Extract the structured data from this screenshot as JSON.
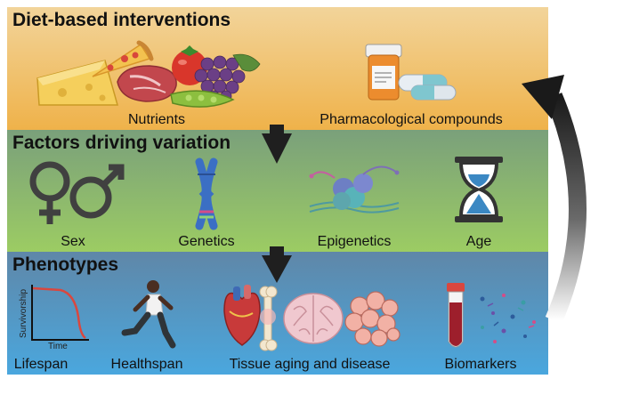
{
  "panels": {
    "diet": {
      "title": "Diet-based interventions",
      "items": [
        "Nutrients",
        "Pharmacological compounds"
      ]
    },
    "factors": {
      "title": "Factors driving variation",
      "items": [
        "Sex",
        "Genetics",
        "Epigenetics",
        "Age"
      ]
    },
    "phenotypes": {
      "title": "Phenotypes",
      "items": [
        "Lifespan",
        "Healthspan",
        "Tissue aging and disease",
        "Biomarkers"
      ],
      "survival_plot": {
        "ylabel": "Survivorship",
        "xlabel": "Time"
      }
    }
  },
  "colors": {
    "diet_top": "#f2d49a",
    "diet_bottom": "#efb24a",
    "factors_top": "#7aa07b",
    "factors_bottom": "#9ccc63",
    "pheno_top": "#5f87a8",
    "pheno_bottom": "#4aa7de",
    "arrow": "#1f1f1f",
    "survival_curve": "#d9473f"
  },
  "icons": [
    "cheese-icon",
    "pizza-icon",
    "meat-icon",
    "tomato-icon",
    "grapes-icon",
    "pea-pod-icon",
    "pill-bottle-icon",
    "capsule-icon",
    "female-symbol-icon",
    "male-symbol-icon",
    "chromosome-icon",
    "nucleosome-icon",
    "hourglass-icon",
    "runner-icon",
    "heart-icon",
    "bone-icon",
    "brain-icon",
    "tumor-cells-icon",
    "blood-tube-icon",
    "particles-icon",
    "feedback-arrow-icon",
    "down-arrow-icon"
  ]
}
